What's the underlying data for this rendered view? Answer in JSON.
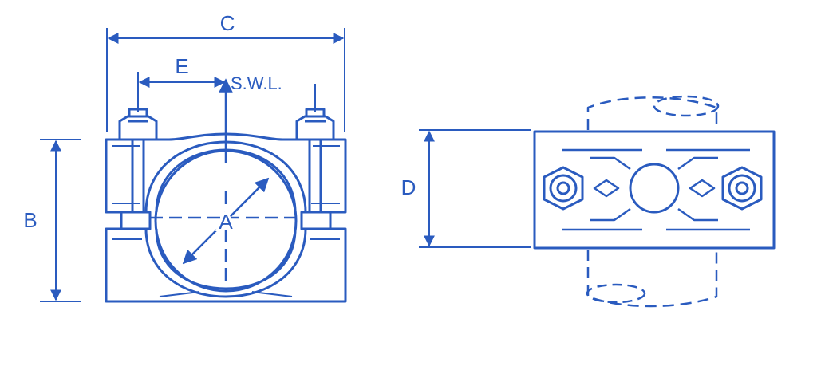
{
  "labels": {
    "a": "A",
    "b": "B",
    "c": "C",
    "d": "D",
    "e": "E",
    "swl": "S.W.L."
  },
  "colors": {
    "line": "#2a5bbf",
    "background": "#ffffff"
  }
}
